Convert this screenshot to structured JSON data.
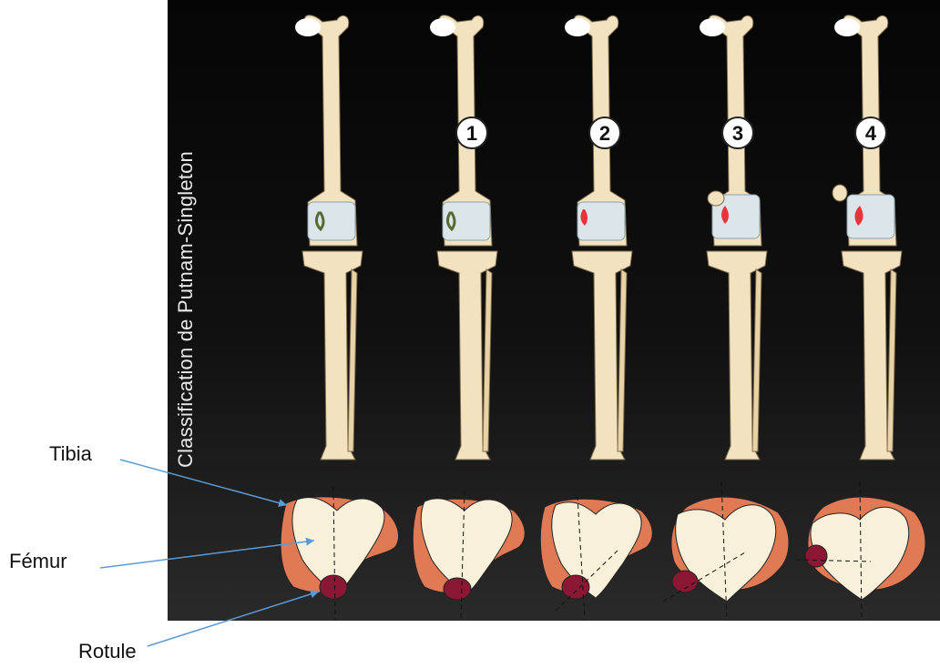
{
  "title": "Classification de Putnam-Singleton",
  "stage_labels": [
    "1",
    "2",
    "3",
    "4"
  ],
  "annotations": {
    "tibia": "Tibia",
    "femur": "Fémur",
    "rotule": "Rotule"
  },
  "colors": {
    "background": "#0a0a0a",
    "bone": "#f3e2bf",
    "tibia_cap": "#e07a55",
    "patella": "#8a1733",
    "knee_cap": "#dce6ea",
    "dislocation_mark": "#e8333a",
    "arrow": "#5b9bd5"
  }
}
